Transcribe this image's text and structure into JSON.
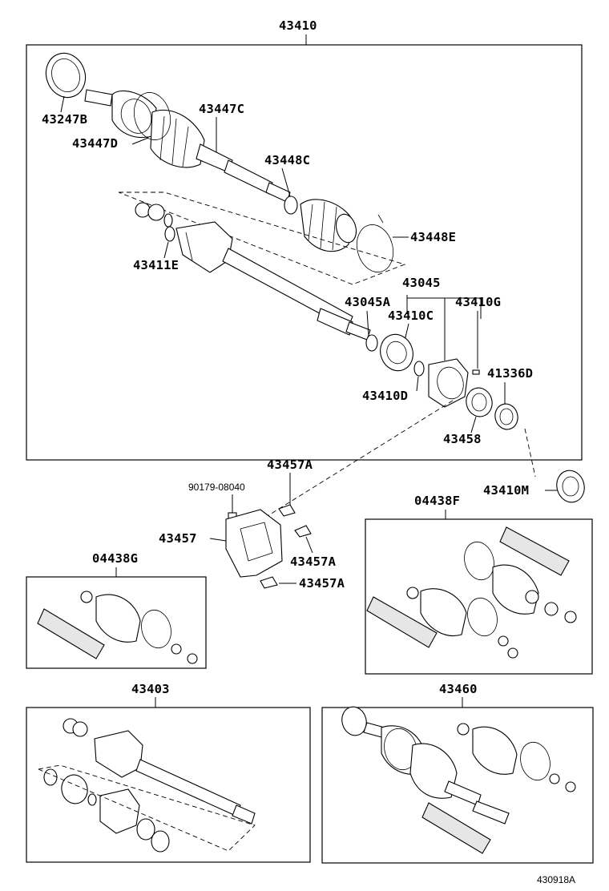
{
  "labels": {
    "main_assembly": "43410",
    "boot_upper_inner": "43447C",
    "boot_band_small": "43447D",
    "seal_outer": "43247B",
    "boot_band_mid": "43448C",
    "boot_band_large": "43448E",
    "tripod_clip": "43411E",
    "bearing_kit": "43045",
    "snap_ring_a": "43045A",
    "bearing_c": "43410C",
    "pin_g": "43410G",
    "snap_ring_d": "43410D",
    "seal_41336d": "41336D",
    "oil_seal": "43458",
    "dust_seal_m": "43410M",
    "bolt_code": "90179-08040",
    "bracket_bolt_top": "43457A",
    "bracket": "43457",
    "bracket_bolt_mid": "43457A",
    "bracket_bolt_low": "43457A",
    "boot_kit_f": "04438F",
    "boot_kit_g": "04438G",
    "inner_shaft": "43403",
    "outer_joint": "43460",
    "illustration_code": "430918A"
  }
}
